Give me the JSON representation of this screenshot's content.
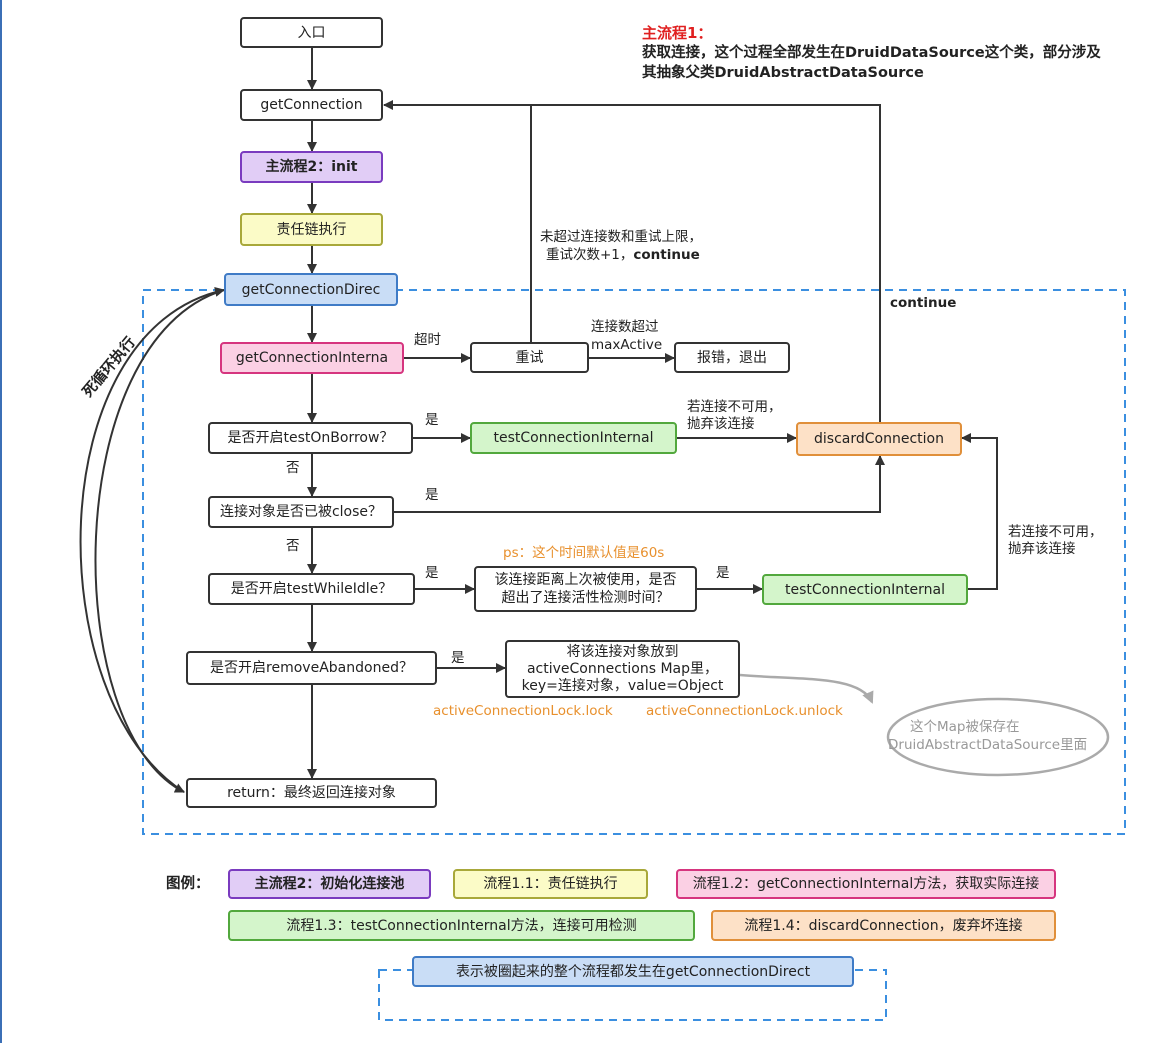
{
  "title": {
    "heading": "主流程1：",
    "line1": "获取连接，这个过程全部发生在DruidDataSource这个类，部分涉及",
    "line2": "其抽象父类DruidAbstractDataSource"
  },
  "nodes": {
    "entry": "入口",
    "get_connection": "getConnection",
    "init": "主流程2：init",
    "chain": "责任链执行",
    "get_connection_direct": "getConnectionDirec",
    "get_connection_internal": "getConnectionInterna",
    "retry": "重试",
    "error_exit": "报错，退出",
    "test_on_borrow": "是否开启testOnBorrow？",
    "test_connection_internal_1": "testConnectionInternal",
    "discard_connection": "discardConnection",
    "is_closed": "连接对象是否已被close？",
    "test_while_idle": "是否开启testWhileIdle？",
    "idle_check_line1": "该连接距离上次被使用，是否",
    "idle_check_line2": "超出了连接活性检测时间？",
    "test_connection_internal_2": "testConnectionInternal",
    "remove_abandoned": "是否开启removeAbandoned？",
    "active_line1": "将该连接对象放到",
    "active_line2": "activeConnections Map里，",
    "active_line3": "key=连接对象，value=Object",
    "return": "return：最终返回连接对象",
    "map_note_line1": "这个Map被保存在",
    "map_note_line2": "DruidAbstractDataSource里面"
  },
  "labels": {
    "retry_limit_line1": "未超过连接数和重试上限，",
    "retry_limit_line2_prefix": "重试次数+1，",
    "retry_limit_line2_bold": "continue",
    "continue": "continue",
    "timeout": "超时",
    "max_active_line1": "连接数超过",
    "max_active_line2": "maxActive",
    "unavailable_1_line1": "若连接不可用，",
    "unavailable_1_line2": "抛弃该连接",
    "unavailable_2_line1": "若连接不可用，",
    "unavailable_2_line2": "抛弃该连接",
    "yes_1": "是",
    "yes_2": "是",
    "yes_3": "是",
    "yes_4": "是",
    "yes_5": "是",
    "no_1": "否",
    "no_2": "否",
    "ps_note": "ps：这个时间默认值是60s",
    "lock": "activeConnectionLock.lock",
    "unlock": "activeConnectionLock.unlock",
    "dead_loop": "死循环执行"
  },
  "legend": {
    "title": "图例：",
    "main2": "主流程2：初始化连接池",
    "flow_1_1": "流程1.1：责任链执行",
    "flow_1_2": "流程1.2：getConnectionInternal方法，获取实际连接",
    "flow_1_3": "流程1.3：testConnectionInternal方法，连接可用检测",
    "flow_1_4": "流程1.4：discardConnection，废弃坏连接",
    "scope": "表示被圈起来的整个流程都发生在getConnectionDirect"
  },
  "colors": {
    "purple": "#e1cdf6",
    "yellow": "#fbfbc7",
    "blue": "#c9ddf6",
    "pink": "#fbd0e4",
    "green": "#d4f5cb",
    "orange": "#fde1c7",
    "dashed_border": "#3b8fe0",
    "title_red": "#e02020",
    "note_orange": "#e8902d"
  }
}
